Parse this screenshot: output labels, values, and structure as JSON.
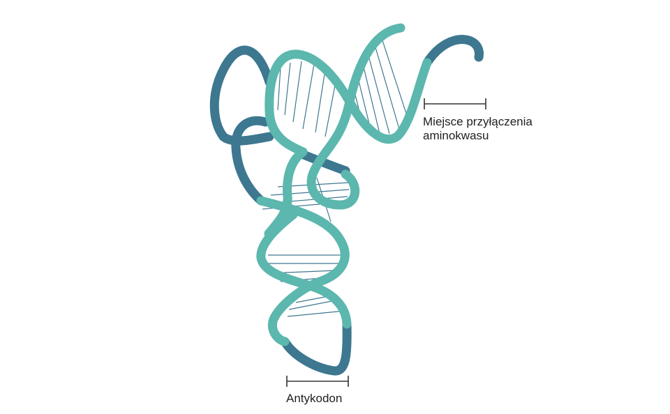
{
  "labels": {
    "amino_line1": "Miejsce przyłączenia",
    "amino_line2": "aminokwasu",
    "anticodon": "Antykodon"
  },
  "colors": {
    "strand_light": "#5cb7ae",
    "strand_dark": "#3d7790",
    "base_pair": "#3d7790",
    "bracket": "#333333",
    "text": "#1f1f1f",
    "background": "#ffffff"
  }
}
